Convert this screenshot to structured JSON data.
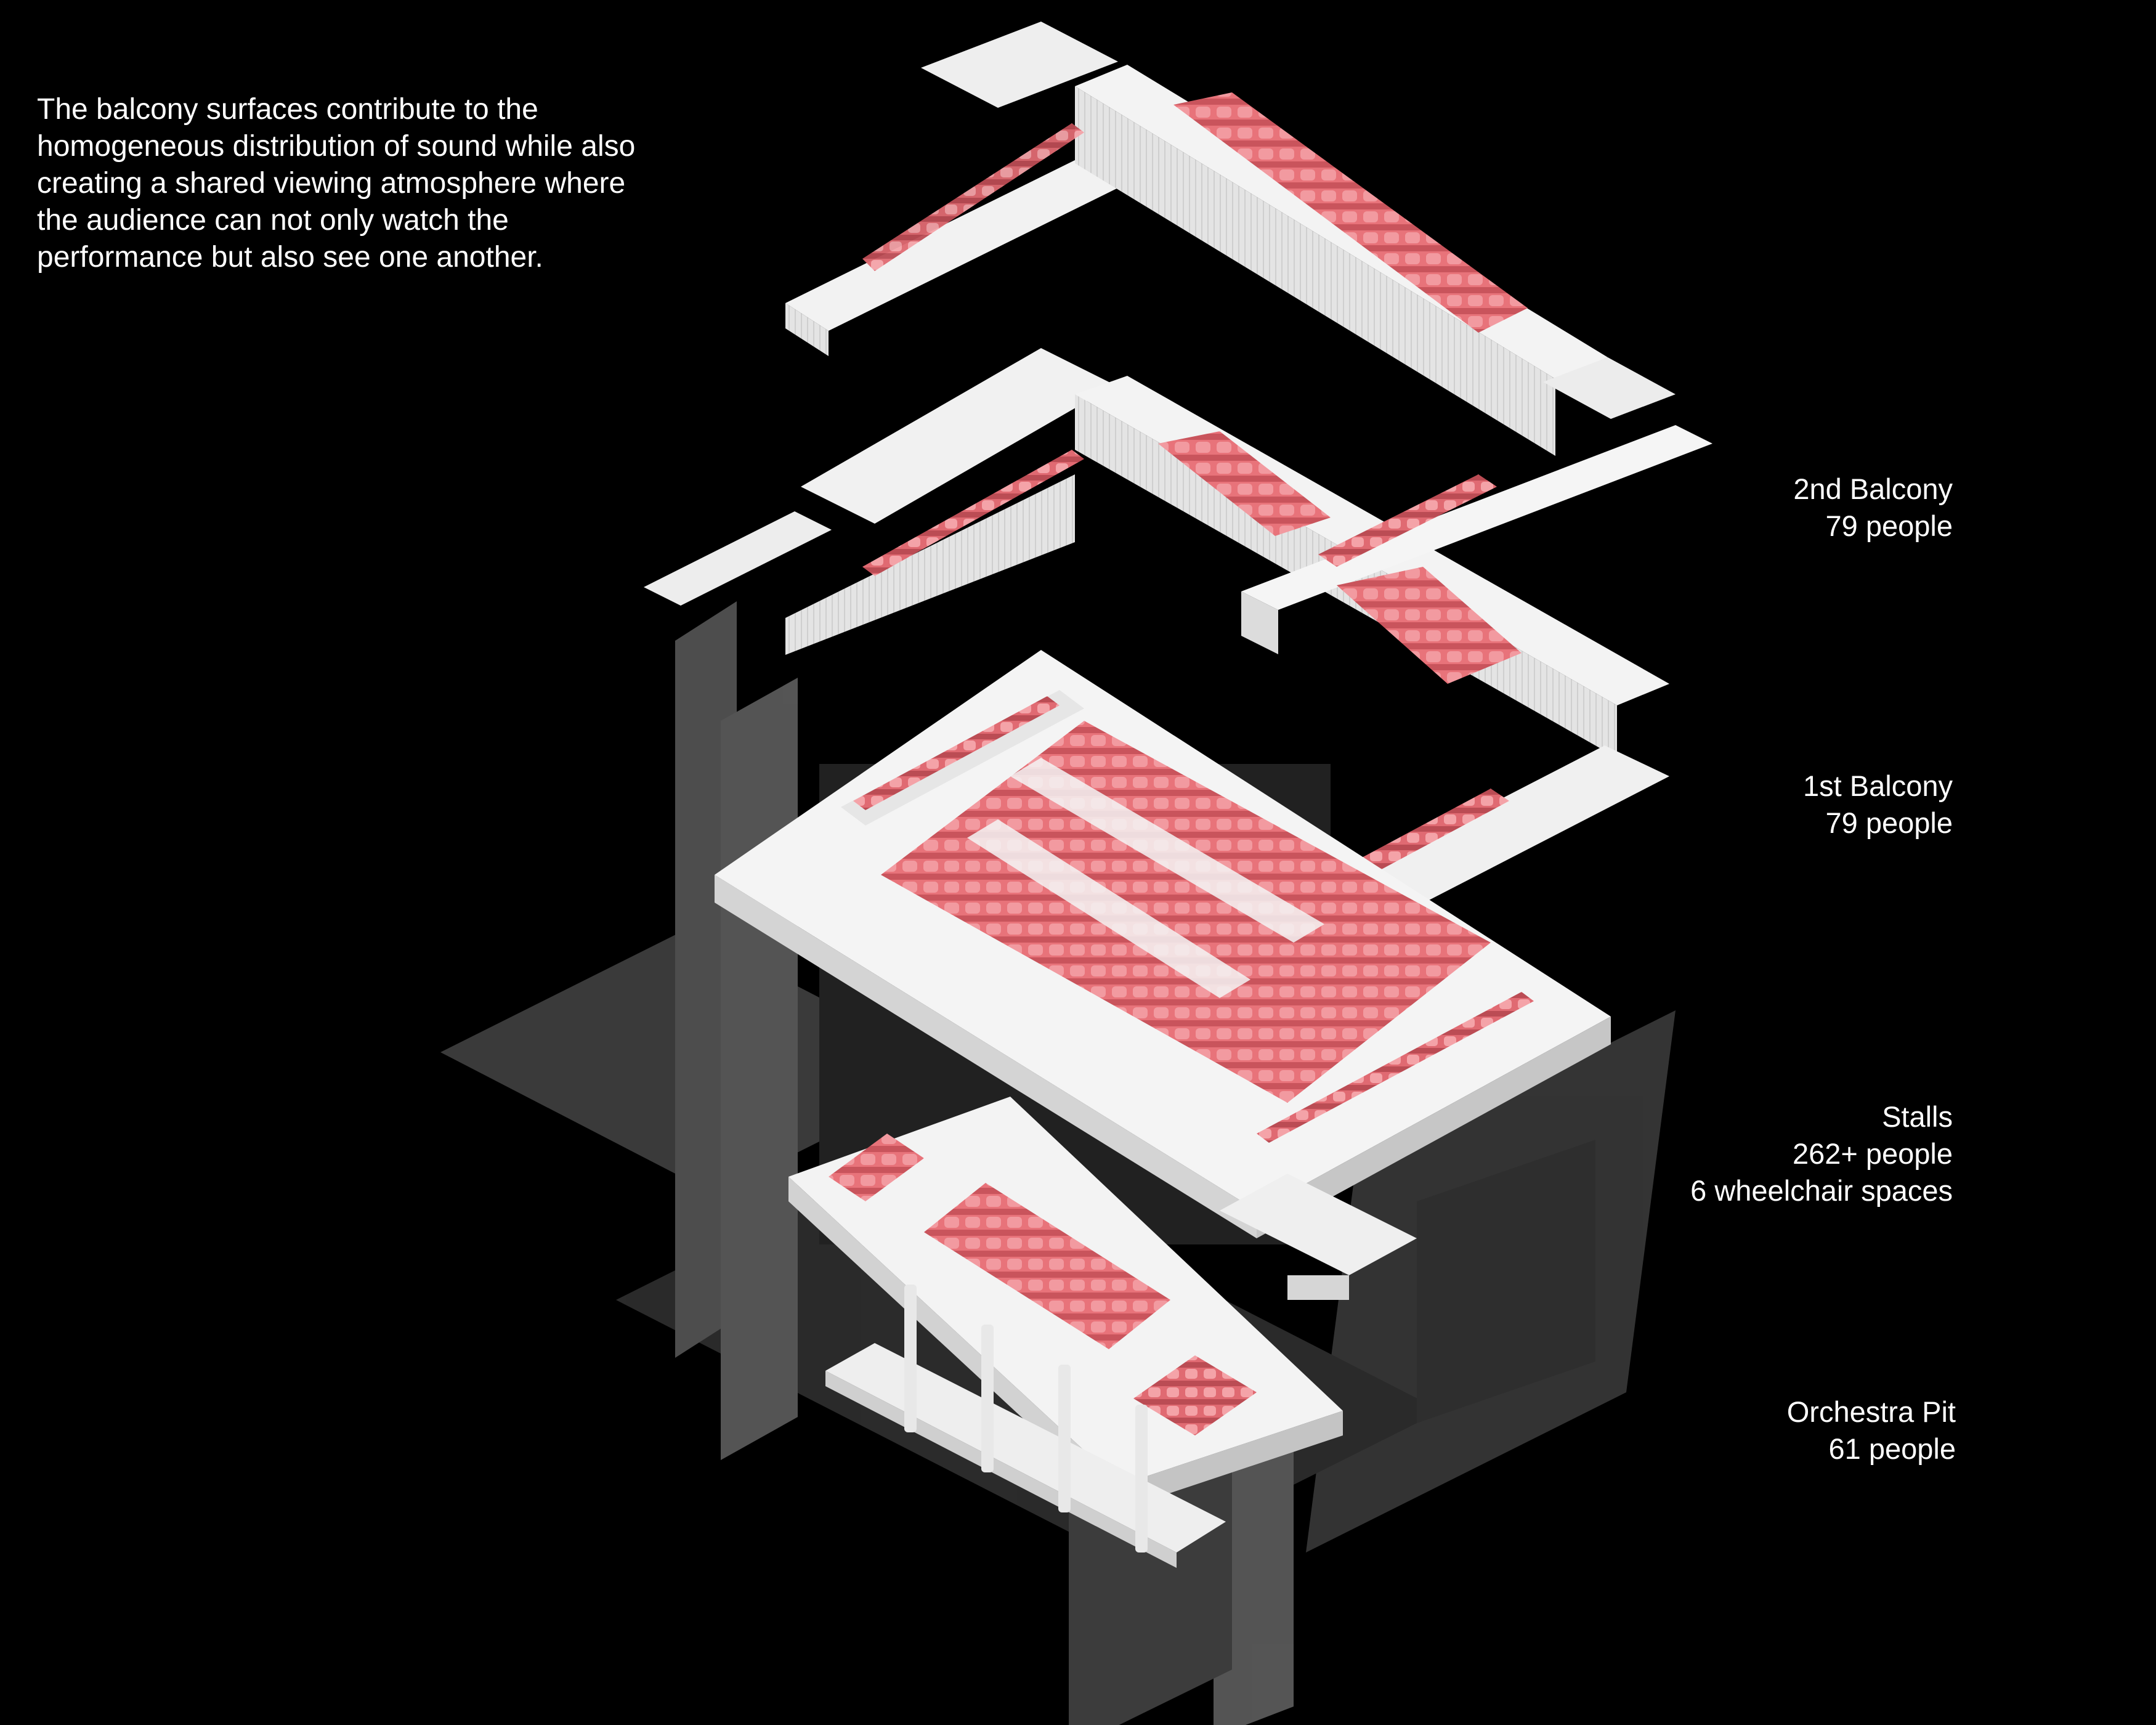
{
  "description": "The balcony surfaces contribute to the homogeneous distribution of sound while also creating a shared viewing atmosphere where the audience can not only watch the performance but also see one another.",
  "levels": [
    {
      "name": "2nd Balcony",
      "capacity": "79 people",
      "extra": ""
    },
    {
      "name": "1st Balcony",
      "capacity": "79 people",
      "extra": ""
    },
    {
      "name": "Stalls",
      "capacity": "262+ people",
      "extra": "6 wheelchair spaces"
    },
    {
      "name": "Orchestra Pit",
      "capacity": "61 people",
      "extra": ""
    }
  ],
  "colors": {
    "background": "#000000",
    "slab": "#f0f0f0",
    "slab_side": "#d9d9d9",
    "seat": "#e8737a",
    "seat_shadow": "#c9545c",
    "ghost": "#8c8c8c",
    "text": "#ffffff"
  }
}
